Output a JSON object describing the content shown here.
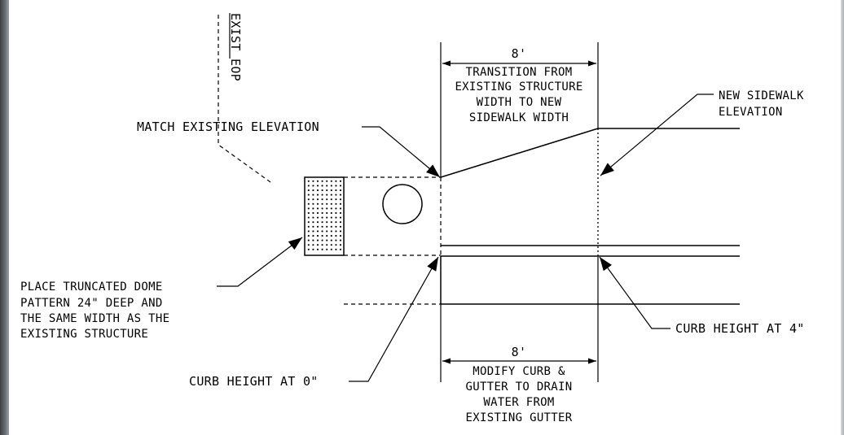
{
  "labels": {
    "exist_eop": "EXIST EOP",
    "match_existing": "MATCH EXISTING ELEVATION",
    "top_dimension": "8'",
    "transition": [
      "TRANSITION FROM",
      "EXISTING STRUCTURE",
      "WIDTH TO NEW",
      "SIDEWALK WIDTH"
    ],
    "new_sidewalk": [
      "NEW SIDEWALK",
      "ELEVATION"
    ],
    "truncated_dome": [
      "PLACE TRUNCATED DOME",
      "PATTERN 24\" DEEP AND",
      "THE SAME WIDTH AS THE",
      "EXISTING STRUCTURE"
    ],
    "curb_height_4": "CURB HEIGHT AT 4\"",
    "bottom_dimension": "8'",
    "modify_curb": [
      "MODIFY CURB &",
      "GUTTER TO DRAIN",
      "WATER FROM",
      "EXISTING GUTTER"
    ],
    "curb_height_0": "CURB HEIGHT AT 0\""
  }
}
